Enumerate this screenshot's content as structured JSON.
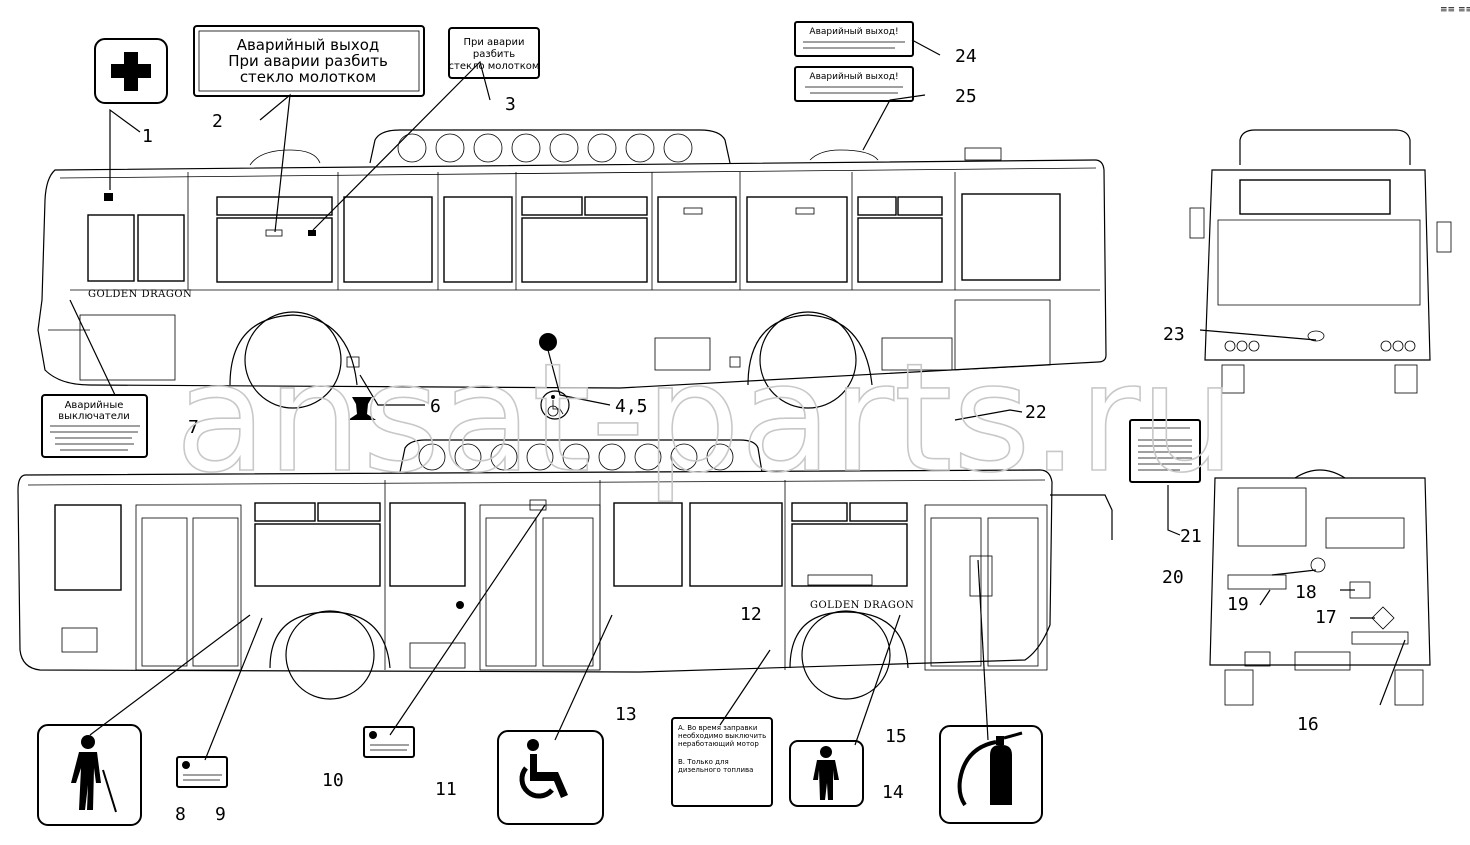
{
  "page_mark": "≡≡ ≡≡≡",
  "watermark": "ansat-parts.ru",
  "brand_text": "GOLDEN DRAGON",
  "sign2": {
    "line1": "Аварийный выход",
    "line2": "При аварии разбить",
    "line3": "стекло молотком"
  },
  "sign3": {
    "line1": "При аварии",
    "line2": "разбить",
    "line3": "стекло молотком"
  },
  "sign7": {
    "title1": "Аварийные",
    "title2": "выключатели"
  },
  "sign24": {
    "title": "Аварийный выход!"
  },
  "sign25": {
    "title": "Аварийный выход!"
  },
  "sign13": {
    "a": "А. Во время заправки необходимо выключить неработающий мотор",
    "b": "В. Только для дизельного топлива"
  },
  "callouts": {
    "c1": "1",
    "c2": "2",
    "c3": "3",
    "c4_5": "4,5",
    "c6": "6",
    "c7": "7",
    "c8": "8",
    "c9": "9",
    "c10": "10",
    "c11": "11",
    "c12": "12",
    "c13": "13",
    "c14": "14",
    "c15": "15",
    "c16": "16",
    "c17": "17",
    "c18": "18",
    "c19": "19",
    "c20": "20",
    "c21": "21",
    "c22": "22",
    "c23": "23",
    "c24": "24",
    "c25": "25"
  },
  "icons": [
    "first-aid-icon",
    "wheelchair-icon",
    "blind-person-icon",
    "child-icon",
    "fire-extinguisher-icon",
    "hammer-icon"
  ]
}
